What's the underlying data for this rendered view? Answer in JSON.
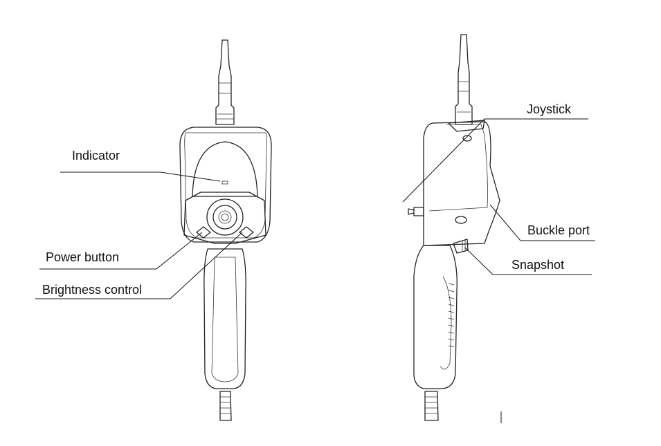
{
  "labels": {
    "indicator": "Indicator",
    "power_button": "Power button",
    "brightness_control": "Brightness control",
    "joystick": "Joystick",
    "buckle_port": "Buckle port",
    "snapshot": "Snapshot"
  }
}
